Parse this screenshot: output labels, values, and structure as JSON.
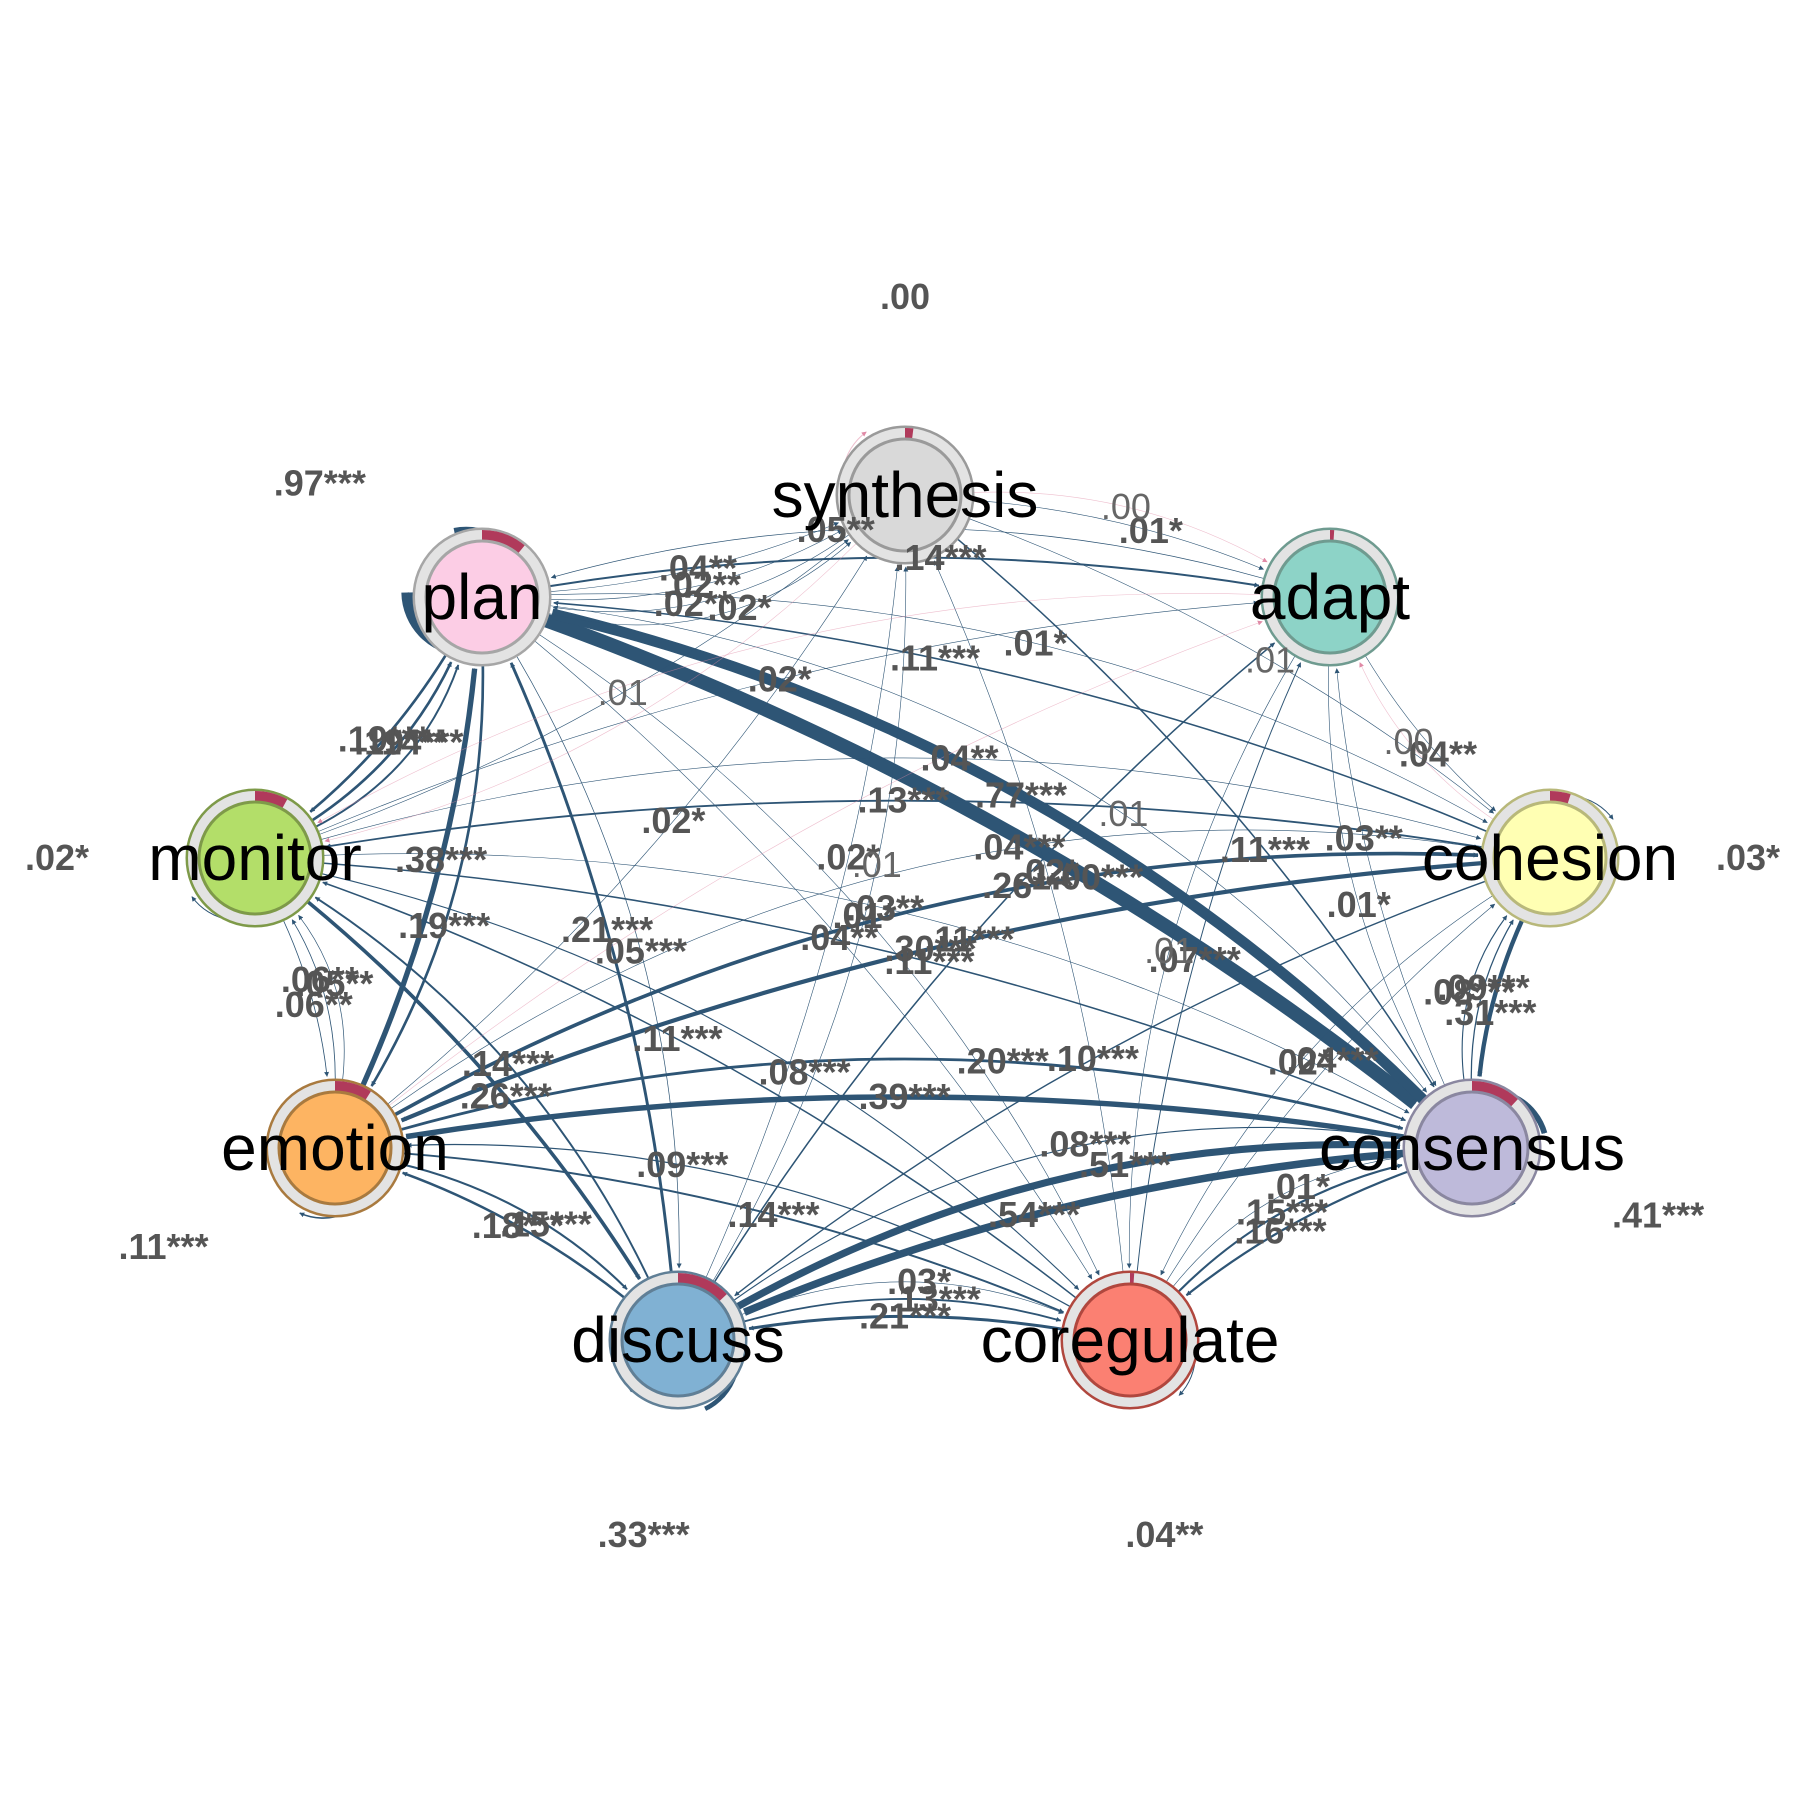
{
  "colors": {
    "positive_edge": "#2e5575",
    "negative_edge": "#e08aa6",
    "pie_slice": "#b03a5b",
    "ring": "#e3e3e3"
  },
  "nodes": [
    {
      "id": "synthesis",
      "label": "synthesis",
      "fill": "#d9d9d9",
      "stroke": "#9a9a9a",
      "pie": 0.02
    },
    {
      "id": "adapt",
      "label": "adapt",
      "fill": "#8dd3c7",
      "stroke": "#6f9b90",
      "pie": 0.01
    },
    {
      "id": "cohesion",
      "label": "cohesion",
      "fill": "#ffffb3",
      "stroke": "#b8b87a",
      "pie": 0.05
    },
    {
      "id": "consensus",
      "label": "consensus",
      "fill": "#bebada",
      "stroke": "#8a87a0",
      "pie": 0.12
    },
    {
      "id": "coregulate",
      "label": "coregulate",
      "fill": "#fb8072",
      "stroke": "#b0473e",
      "pie": 0.01
    },
    {
      "id": "discuss",
      "label": "discuss",
      "fill": "#80b1d3",
      "stroke": "#607f96",
      "pie": 0.13
    },
    {
      "id": "emotion",
      "label": "emotion",
      "fill": "#fdb462",
      "stroke": "#a97a3f",
      "pie": 0.09
    },
    {
      "id": "monitor",
      "label": "monitor",
      "fill": "#b3de69",
      "stroke": "#7e9a49",
      "pie": 0.08
    },
    {
      "id": "plan",
      "label": "plan",
      "fill": "#fccde5",
      "stroke": "#a6a6a6",
      "pie": 0.11
    }
  ],
  "edges": [
    {
      "from": "plan",
      "to": "plan",
      "weight": 0.97,
      "label": ".97***"
    },
    {
      "from": "synthesis",
      "to": "synthesis",
      "weight": 0.0,
      "label": ".00",
      "negative": true
    },
    {
      "from": "monitor",
      "to": "monitor",
      "weight": 0.02,
      "label": ".02*"
    },
    {
      "from": "cohesion",
      "to": "cohesion",
      "weight": 0.03,
      "label": ".03*"
    },
    {
      "from": "consensus",
      "to": "consensus",
      "weight": 0.41,
      "label": ".41***"
    },
    {
      "from": "emotion",
      "to": "emotion",
      "weight": 0.11,
      "label": ".11***"
    },
    {
      "from": "discuss",
      "to": "discuss",
      "weight": 0.33,
      "label": ".33***"
    },
    {
      "from": "coregulate",
      "to": "coregulate",
      "weight": 0.04,
      "label": ".04**"
    },
    {
      "from": "plan",
      "to": "consensus",
      "weight": 1.0,
      "label": "1.00***"
    },
    {
      "from": "consensus",
      "to": "plan",
      "weight": 0.77,
      "label": ".77***"
    },
    {
      "from": "consensus",
      "to": "discuss",
      "weight": 0.54,
      "label": ".54***"
    },
    {
      "from": "discuss",
      "to": "consensus",
      "weight": 0.51,
      "label": ".51***"
    },
    {
      "from": "consensus",
      "to": "emotion",
      "weight": 0.39,
      "label": ".39***"
    },
    {
      "from": "emotion",
      "to": "plan",
      "weight": 0.38,
      "label": ".38***"
    },
    {
      "from": "cohesion",
      "to": "consensus",
      "weight": 0.31,
      "label": ".31***"
    },
    {
      "from": "cohesion",
      "to": "emotion",
      "weight": 0.3,
      "label": ".30***"
    },
    {
      "from": "monitor",
      "to": "discuss",
      "weight": 0.26,
      "label": ".26***"
    },
    {
      "from": "emotion",
      "to": "cohesion",
      "weight": 0.26,
      "label": ".26***"
    },
    {
      "from": "coregulate",
      "to": "discuss",
      "weight": 0.21,
      "label": ".21***"
    },
    {
      "from": "discuss",
      "to": "plan",
      "weight": 0.21,
      "label": ".21***"
    },
    {
      "from": "emotion",
      "to": "consensus",
      "weight": 0.2,
      "label": ".20***"
    },
    {
      "from": "plan",
      "to": "monitor",
      "weight": 0.19,
      "label": ".19***"
    },
    {
      "from": "monitor",
      "to": "plan",
      "weight": 0.19,
      "label": ".19***"
    },
    {
      "from": "plan",
      "to": "emotion",
      "weight": 0.19,
      "label": ".19***"
    },
    {
      "from": "discuss",
      "to": "emotion",
      "weight": 0.18,
      "label": ".18***"
    },
    {
      "from": "consensus",
      "to": "coregulate",
      "weight": 0.16,
      "label": ".16***"
    },
    {
      "from": "emotion",
      "to": "discuss",
      "weight": 0.15,
      "label": ".15***"
    },
    {
      "from": "coregulate",
      "to": "consensus",
      "weight": 0.15,
      "label": ".15***"
    },
    {
      "from": "plan",
      "to": "adapt",
      "weight": 0.14,
      "label": ".14***"
    },
    {
      "from": "monitor",
      "to": "plan",
      "weight": 0.14,
      "label": ".14***"
    },
    {
      "from": "discuss",
      "to": "monitor",
      "weight": 0.14,
      "label": ".14***"
    },
    {
      "from": "emotion",
      "to": "coregulate",
      "weight": 0.14,
      "label": ".14***"
    },
    {
      "from": "discuss",
      "to": "coregulate",
      "weight": 0.13,
      "label": ".13***"
    },
    {
      "from": "cohesion",
      "to": "monitor",
      "weight": 0.13,
      "label": ".13***"
    },
    {
      "from": "monitor",
      "to": "consensus",
      "weight": 0.11,
      "label": ".11***"
    },
    {
      "from": "synthesis",
      "to": "consensus",
      "weight": 0.11,
      "label": ".11***"
    },
    {
      "from": "discuss",
      "to": "adapt",
      "weight": 0.11,
      "label": ".11***"
    },
    {
      "from": "coregulate",
      "to": "monitor",
      "weight": 0.11,
      "label": ".11***"
    },
    {
      "from": "cohesion",
      "to": "plan",
      "weight": 0.11,
      "label": ".11***"
    },
    {
      "from": "cohesion",
      "to": "discuss",
      "weight": 0.1,
      "label": ".10***"
    },
    {
      "from": "consensus",
      "to": "cohesion",
      "weight": 0.09,
      "label": ".09***"
    },
    {
      "from": "coregulate",
      "to": "emotion",
      "weight": 0.09,
      "label": ".09***"
    },
    {
      "from": "consensus",
      "to": "cohesion",
      "weight": 0.08,
      "label": ".08***"
    },
    {
      "from": "discuss",
      "to": "consensus",
      "weight": 0.08,
      "label": ".08***"
    },
    {
      "from": "monitor",
      "to": "coregulate",
      "weight": 0.08,
      "label": ".08***"
    },
    {
      "from": "coregulate",
      "to": "adapt",
      "weight": 0.07,
      "label": ".07***"
    },
    {
      "from": "monitor",
      "to": "emotion",
      "weight": 0.06,
      "label": ".06**"
    },
    {
      "from": "emotion",
      "to": "monitor",
      "weight": 0.06,
      "label": ".06**"
    },
    {
      "from": "plan",
      "to": "discuss",
      "weight": 0.05,
      "label": ".05***"
    },
    {
      "from": "emotion",
      "to": "monitor",
      "weight": 0.05,
      "label": ".05**"
    },
    {
      "from": "adapt",
      "to": "plan",
      "weight": 0.05,
      "label": ".05**"
    },
    {
      "from": "plan",
      "to": "synthesis",
      "weight": 0.04,
      "label": ".04**"
    },
    {
      "from": "monitor",
      "to": "cohesion",
      "weight": 0.04,
      "label": ".04**"
    },
    {
      "from": "adapt",
      "to": "cohesion",
      "weight": 0.04,
      "label": ".04**"
    },
    {
      "from": "plan",
      "to": "coregulate",
      "weight": 0.04,
      "label": ".04**"
    },
    {
      "from": "coregulate",
      "to": "cohesion",
      "weight": 0.04,
      "label": ".04***"
    },
    {
      "from": "emotion",
      "to": "cohesion",
      "weight": 0.04,
      "label": ".04***"
    },
    {
      "from": "monitor",
      "to": "consensus",
      "weight": 0.03,
      "label": ".03**"
    },
    {
      "from": "discuss",
      "to": "coregulate",
      "weight": 0.03,
      "label": ".03*"
    },
    {
      "from": "consensus",
      "to": "adapt",
      "weight": 0.03,
      "label": ".03**"
    },
    {
      "from": "plan",
      "to": "synthesis",
      "weight": 0.02,
      "label": ".02**"
    },
    {
      "from": "synthesis",
      "to": "plan",
      "weight": 0.02,
      "label": ".02**"
    },
    {
      "from": "plan",
      "to": "synthesis",
      "weight": 0.02,
      "label": ".02*"
    },
    {
      "from": "monitor",
      "to": "adapt",
      "weight": 0.02,
      "label": ".02*"
    },
    {
      "from": "emotion",
      "to": "synthesis",
      "weight": 0.02,
      "label": ".02*"
    },
    {
      "from": "discuss",
      "to": "synthesis",
      "weight": 0.02,
      "label": ".02*"
    },
    {
      "from": "cohesion",
      "to": "coregulate",
      "weight": 0.02,
      "label": ".02*"
    },
    {
      "from": "coregulate",
      "to": "synthesis",
      "weight": 0.02,
      "label": ".02*"
    },
    {
      "from": "synthesis",
      "to": "adapt",
      "weight": 0.01,
      "label": ".01*"
    },
    {
      "from": "plan",
      "to": "cohesion",
      "weight": 0.01,
      "label": ".01*"
    },
    {
      "from": "adapt",
      "to": "consensus",
      "weight": 0.01,
      "label": ".01*"
    },
    {
      "from": "coregulate",
      "to": "consensus",
      "weight": 0.01,
      "label": ".01*"
    },
    {
      "from": "plan",
      "to": "coregulate",
      "weight": 0.01,
      "label": ".01*"
    },
    {
      "from": "synthesis",
      "to": "cohesion",
      "weight": 0.01,
      "label": ".01",
      "ns": true
    },
    {
      "from": "plan",
      "to": "consensus",
      "weight": 0.01,
      "label": ".01",
      "ns": true
    },
    {
      "from": "adapt",
      "to": "coregulate",
      "weight": 0.01,
      "label": ".01",
      "ns": true
    },
    {
      "from": "monitor",
      "to": "synthesis",
      "weight": 0.01,
      "label": ".01",
      "ns": true
    },
    {
      "from": "discuss",
      "to": "synthesis",
      "weight": 0.01,
      "label": ".01",
      "ns": true
    },
    {
      "from": "synthesis",
      "to": "adapt",
      "weight": 0.0,
      "label": ".00",
      "ns": true,
      "negative": true
    },
    {
      "from": "cohesion",
      "to": "adapt",
      "weight": 0.0,
      "label": ".00",
      "ns": true,
      "negative": true
    },
    {
      "from": "adapt",
      "to": "monitor",
      "weight": 0.0,
      "label": "",
      "negative": true
    },
    {
      "from": "emotion",
      "to": "adapt",
      "weight": 0.0,
      "label": "",
      "negative": true
    },
    {
      "from": "synthesis",
      "to": "monitor",
      "weight": 0.0,
      "label": "",
      "negative": true
    }
  ]
}
